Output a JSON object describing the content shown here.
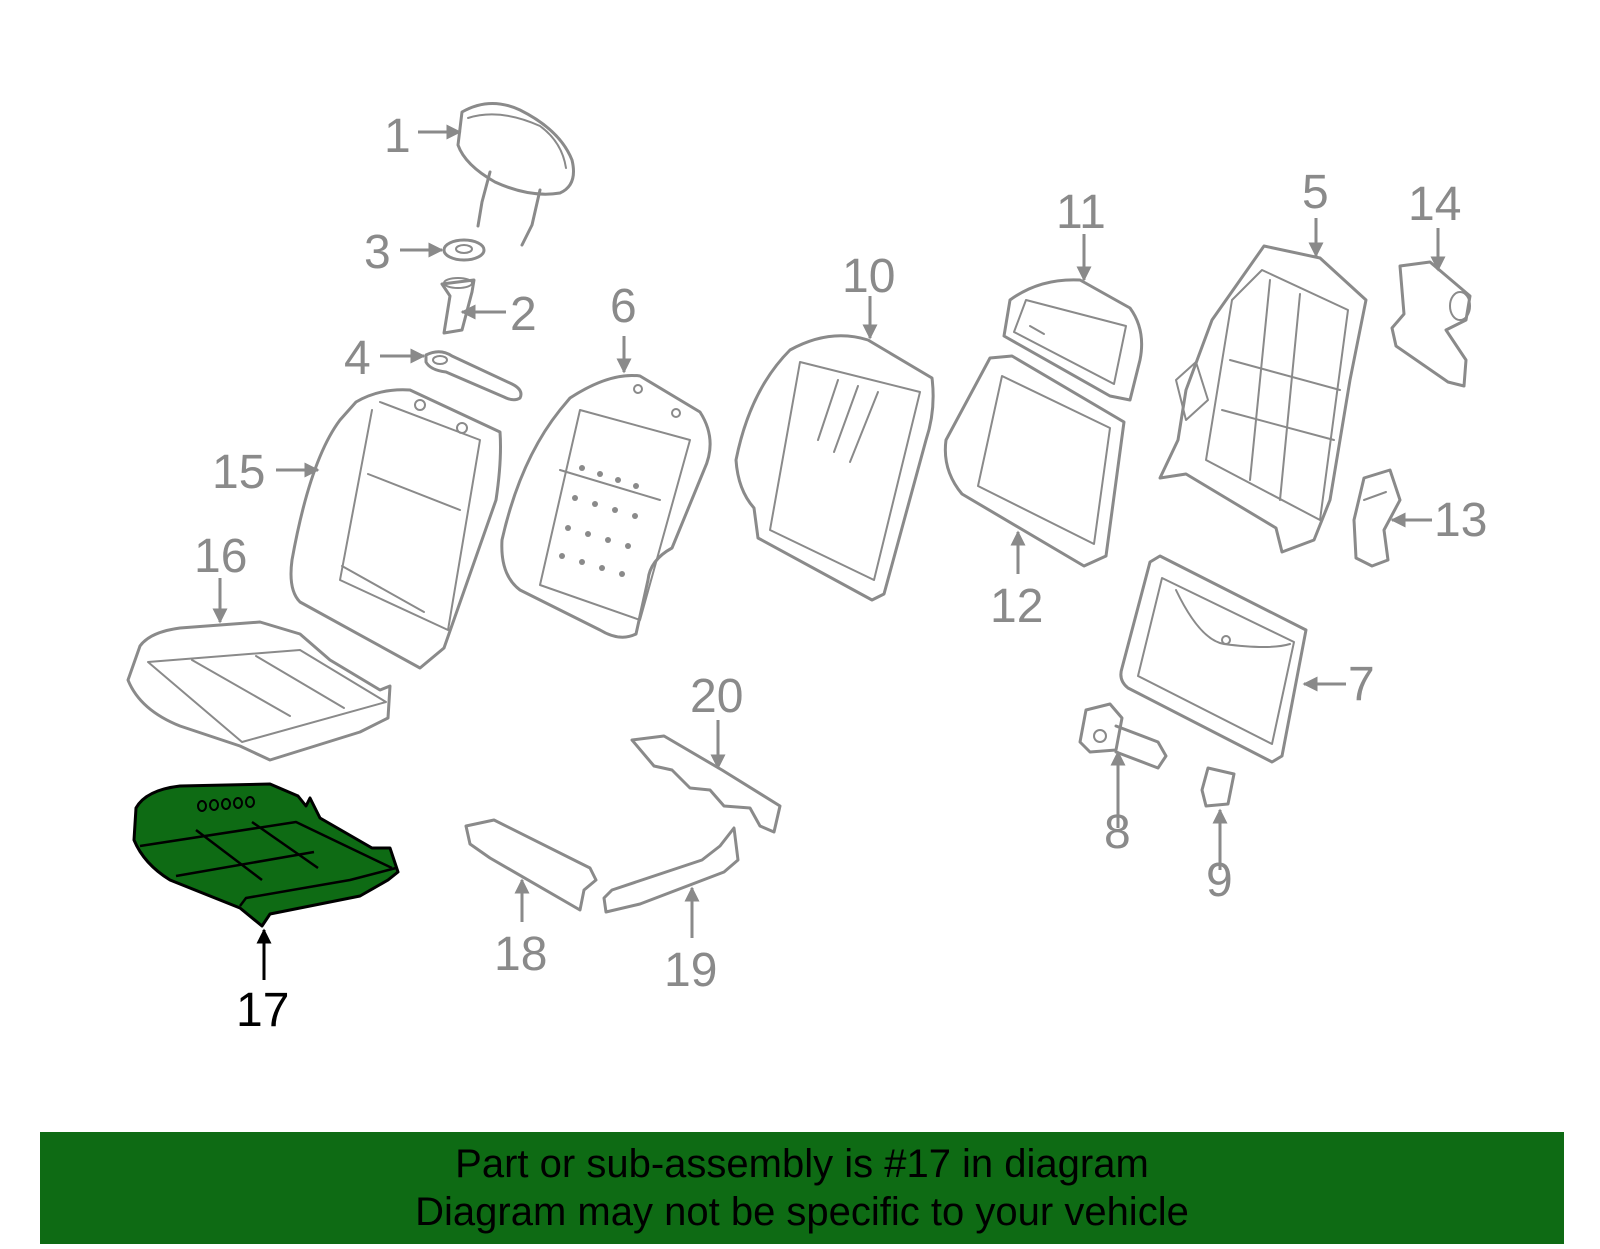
{
  "callouts": [
    {
      "id": "1",
      "label": "1"
    },
    {
      "id": "2",
      "label": "2"
    },
    {
      "id": "3",
      "label": "3"
    },
    {
      "id": "4",
      "label": "4"
    },
    {
      "id": "5",
      "label": "5"
    },
    {
      "id": "6",
      "label": "6"
    },
    {
      "id": "7",
      "label": "7"
    },
    {
      "id": "8",
      "label": "8"
    },
    {
      "id": "9",
      "label": "9"
    },
    {
      "id": "10",
      "label": "10"
    },
    {
      "id": "11",
      "label": "11"
    },
    {
      "id": "12",
      "label": "12"
    },
    {
      "id": "13",
      "label": "13"
    },
    {
      "id": "14",
      "label": "14"
    },
    {
      "id": "15",
      "label": "15"
    },
    {
      "id": "16",
      "label": "16"
    },
    {
      "id": "17",
      "label": "17"
    },
    {
      "id": "18",
      "label": "18"
    },
    {
      "id": "19",
      "label": "19"
    },
    {
      "id": "20",
      "label": "20"
    }
  ],
  "highlighted_part": "17",
  "colors": {
    "highlight": "#0e6b14",
    "line": "#8a8a8a",
    "banner": "#0e6b14"
  },
  "banner": {
    "line1": "Part or sub-assembly is #17 in diagram",
    "line2": "Diagram may not be specific to your vehicle"
  }
}
